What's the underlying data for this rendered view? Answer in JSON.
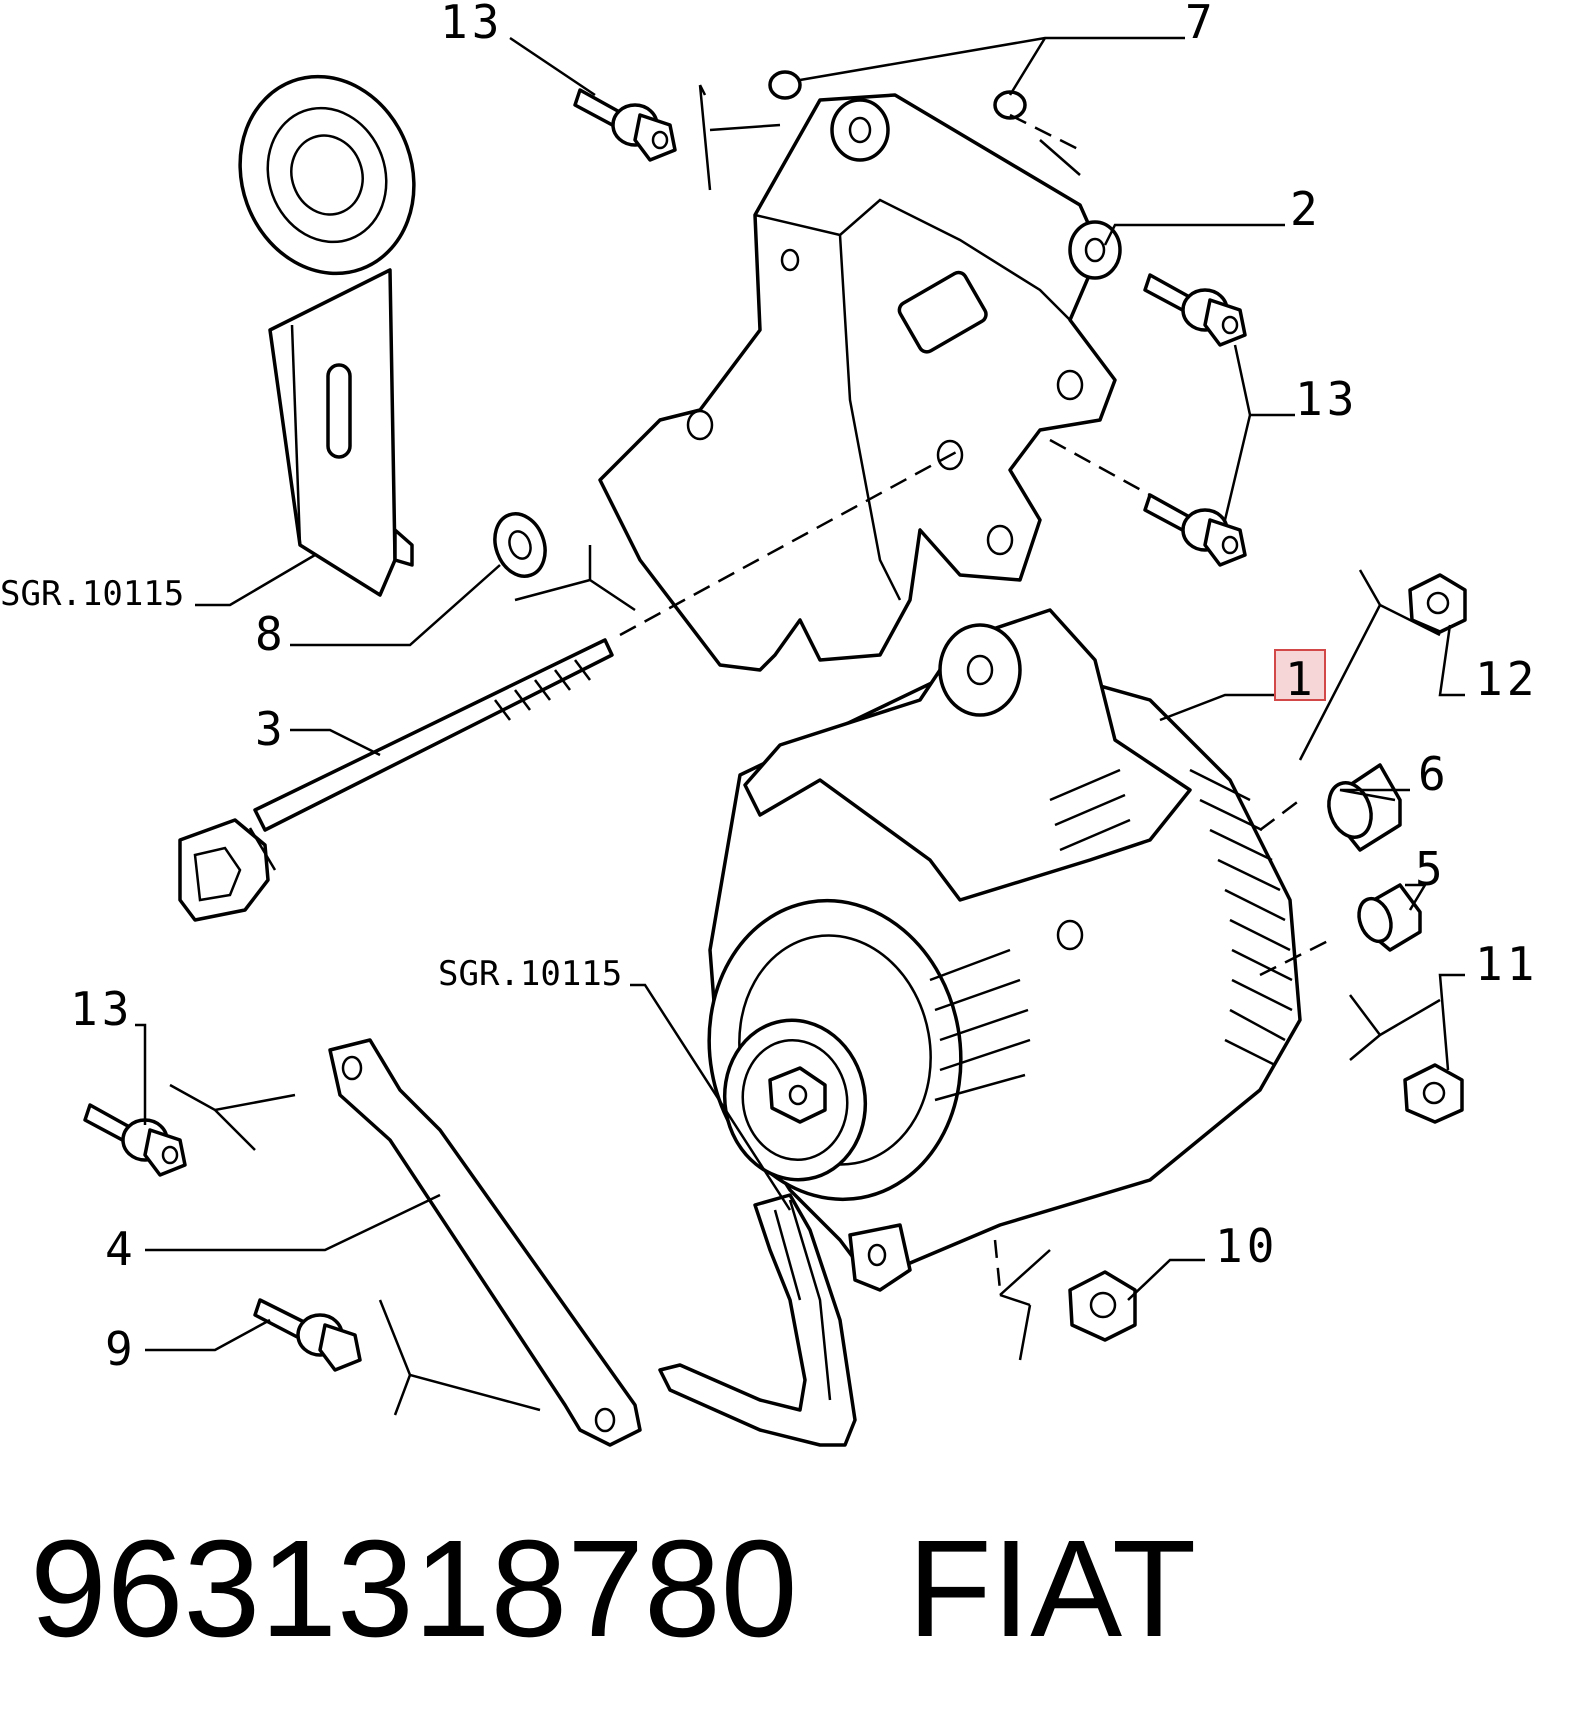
{
  "callouts": {
    "c1": "1",
    "c2": "2",
    "c3": "3",
    "c4": "4",
    "c5": "5",
    "c6": "6",
    "c7": "7",
    "c8": "8",
    "c9": "9",
    "c10": "10",
    "c11": "11",
    "c12": "12",
    "c13a": "13",
    "c13b": "13",
    "c13c": "13"
  },
  "references": {
    "ref_tensioner": "SGR.10115",
    "ref_belt": "SGR.10115"
  },
  "footer": {
    "part_number": "9631318780",
    "brand": "FIAT"
  },
  "colors": {
    "highlight_fill": "#f6d6d6",
    "highlight_stroke": "#d24848"
  }
}
